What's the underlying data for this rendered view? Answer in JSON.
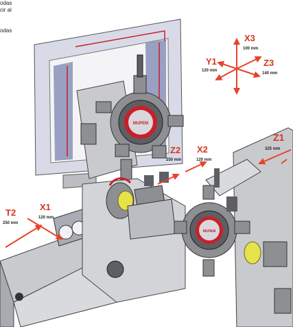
{
  "text_fragments": [
    "odas",
    "cir al",
    "odas"
  ],
  "brand": "MUPEM",
  "axes": {
    "x3": {
      "label": "X3",
      "travel": "100 mm"
    },
    "y1": {
      "label": "Y1",
      "travel": "120 mm"
    },
    "z3": {
      "label": "Z3",
      "travel": "140 mm"
    },
    "z1": {
      "label": "Z1",
      "travel": "325 mm"
    },
    "z2": {
      "label": "Z2",
      "travel": "250 mm"
    },
    "x2": {
      "label": "X2",
      "travel": "120 mm"
    },
    "t2": {
      "label": "T2",
      "travel": "250 mm"
    },
    "x1": {
      "label": "X1",
      "travel": "120 mm"
    }
  },
  "colors": {
    "axis_arrow": "#e8422b",
    "axis_label": "#d4371f",
    "frame": "#d8dbe7",
    "frame_shadow": "#9aa0c2",
    "steel": "#8e8f93",
    "dark_steel": "#5e5f64",
    "body": "#c9cacd",
    "accent_red": "#c8202a",
    "chuck_yellow": "#e6e24a"
  }
}
